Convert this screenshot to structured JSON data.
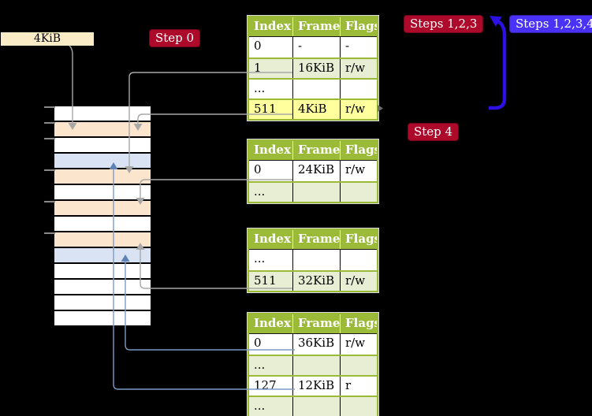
{
  "frame_label": {
    "text": "4KiB"
  },
  "badges": {
    "step0": {
      "label": "Step 0"
    },
    "steps123": {
      "label": "Steps 1,2,3"
    },
    "steps1234": {
      "label": "Steps 1,2,3,4"
    },
    "step4": {
      "label": "Step 4"
    }
  },
  "page_tables": [
    {
      "name": "level-2-table",
      "columns": [
        "Index",
        "Frame",
        "Flags"
      ],
      "rows": [
        {
          "index": "0",
          "frame": "-",
          "flags": "-"
        },
        {
          "index": "1",
          "frame": "16KiB",
          "flags": "r/w"
        },
        {
          "index": "...",
          "frame": "",
          "flags": ""
        },
        {
          "index": "511",
          "frame": "4KiB",
          "flags": "r/w",
          "highlighted": true
        }
      ]
    },
    {
      "name": "level-1-table-a",
      "columns": [
        "Index",
        "Frame",
        "Flags"
      ],
      "rows": [
        {
          "index": "0",
          "frame": "24KiB",
          "flags": "r/w"
        },
        {
          "index": "...",
          "frame": "",
          "flags": ""
        }
      ]
    },
    {
      "name": "level-1-table-b",
      "columns": [
        "Index",
        "Frame",
        "Flags"
      ],
      "rows": [
        {
          "index": "...",
          "frame": "",
          "flags": ""
        },
        {
          "index": "511",
          "frame": "32KiB",
          "flags": "r/w"
        }
      ]
    },
    {
      "name": "level-1-table-c",
      "columns": [
        "Index",
        "Frame",
        "Flags"
      ],
      "rows": [
        {
          "index": "0",
          "frame": "36KiB",
          "flags": "r/w"
        },
        {
          "index": "...",
          "frame": "",
          "flags": ""
        },
        {
          "index": "127",
          "frame": "12KiB",
          "flags": "r"
        },
        {
          "index": "...",
          "frame": "",
          "flags": ""
        }
      ]
    }
  ],
  "memory": {
    "row_colors": [
      "white",
      "peach",
      "white",
      "blue",
      "peach",
      "white",
      "peach",
      "white",
      "peach",
      "blue",
      "white",
      "white",
      "white",
      "white"
    ]
  },
  "colors": {
    "table_header_green": "#9bbb38",
    "table_row_green": "#e8eed3",
    "highlight_yellow": "#ffff9e",
    "frame_peach": "#fce5cd",
    "frame_blue": "#dae3f3",
    "label_wheat": "#f9ecc7",
    "badge_crimson": "#ad092a",
    "badge_blue": "#4b32f8",
    "arrow_blue": "#2c11e2",
    "connector_gray": "#a8a8a8",
    "connector_blue": "#7d9bc8"
  }
}
